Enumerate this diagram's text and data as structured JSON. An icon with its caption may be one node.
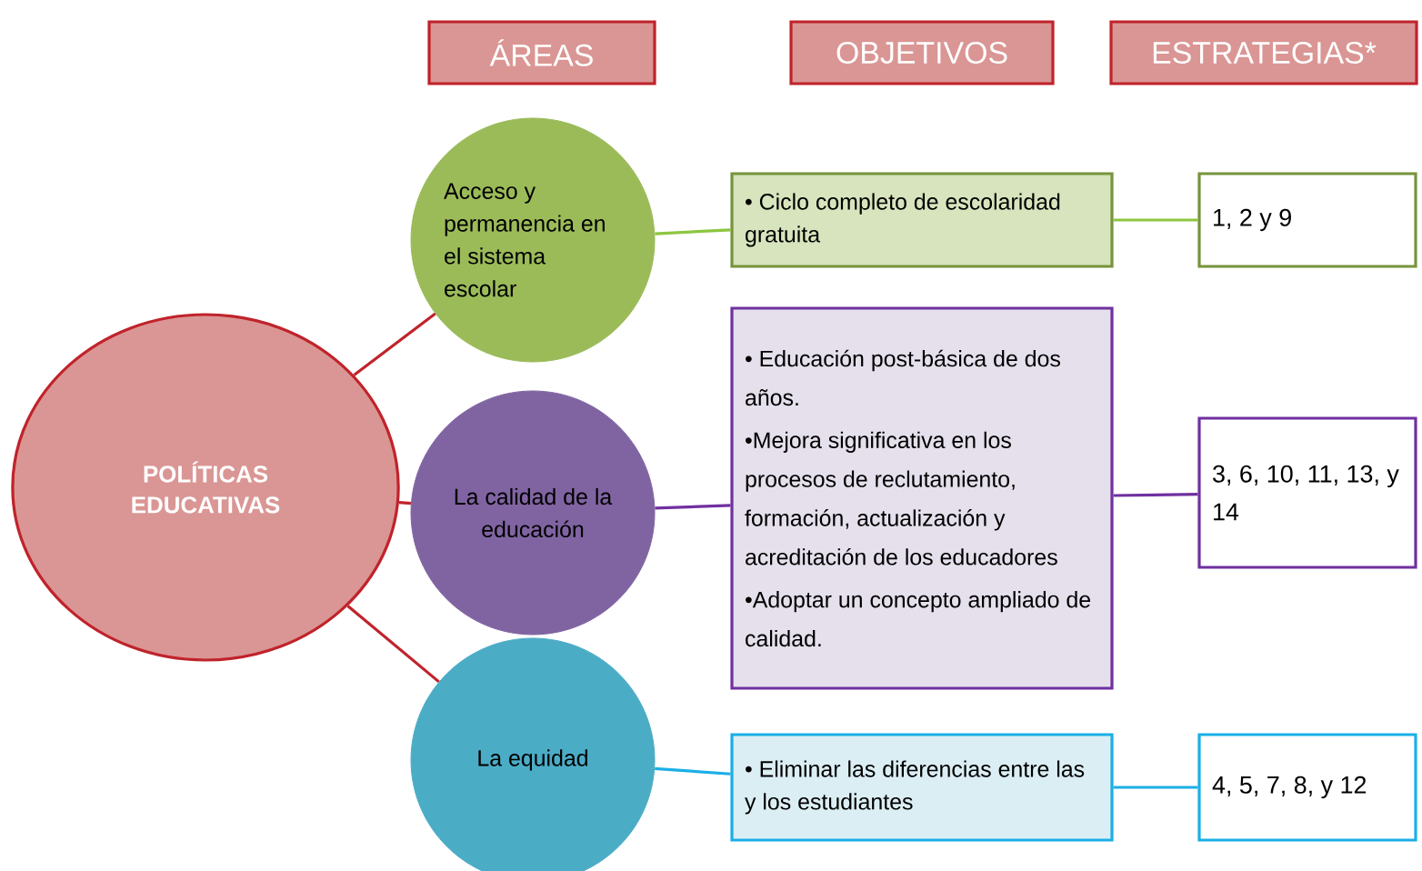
{
  "diagram": {
    "nodes": [
      {
        "text": [
          "ÁREAS"
        ]
      },
      {
        "text": [
          "OBJETIVOS"
        ]
      },
      {
        "text": [
          "ESTRATEGIAS*"
        ]
      },
      {
        "text": [
          "POLÍTICAS EDUCATIVAS"
        ]
      },
      {
        "text": [
          "Acceso y permanencia en el sistema escolar"
        ]
      },
      {
        "text": [
          "• Ciclo completo de escolaridad gratuita"
        ]
      },
      {
        "text": [
          "1, 2 y 9"
        ]
      },
      {
        "text": [
          "La calidad de la educación"
        ]
      },
      {
        "text": [
          "• Educación post-básica de dos años.",
          "•Mejora significativa en los procesos de reclutamiento, formación, actualización y acreditación de los educadores",
          "•Adoptar un concepto ampliado de calidad."
        ]
      },
      {
        "text": [
          "3, 6, 10, 11, 13, y 14"
        ]
      },
      {
        "text": [
          "La equidad"
        ]
      },
      {
        "text": [
          "• Eliminar las diferencias entre las y los estudiantes"
        ]
      },
      {
        "text": [
          "4, 5, 7, 8, y 12"
        ]
      }
    ],
    "edges": [
      {
        "from": 3,
        "to": 4,
        "arrow": "none",
        "color": "#c0232b"
      },
      {
        "from": 3,
        "to": 7,
        "arrow": "none",
        "color": "#c0232b"
      },
      {
        "from": 3,
        "to": 10,
        "arrow": "none",
        "color": "#c0232b"
      },
      {
        "from": 4,
        "to": 5,
        "arrow": "none",
        "color": "#8dc63f"
      },
      {
        "from": 5,
        "to": 6,
        "arrow": "none",
        "color": "#8dc63f"
      },
      {
        "from": 7,
        "to": 8,
        "arrow": "none",
        "color": "#7030a0"
      },
      {
        "from": 8,
        "to": 9,
        "arrow": "none",
        "color": "#7030a0"
      },
      {
        "from": 10,
        "to": 11,
        "arrow": "none",
        "color": "#1aafe6"
      },
      {
        "from": 11,
        "to": 12,
        "arrow": "none",
        "color": "#1aafe6"
      }
    ]
  }
}
